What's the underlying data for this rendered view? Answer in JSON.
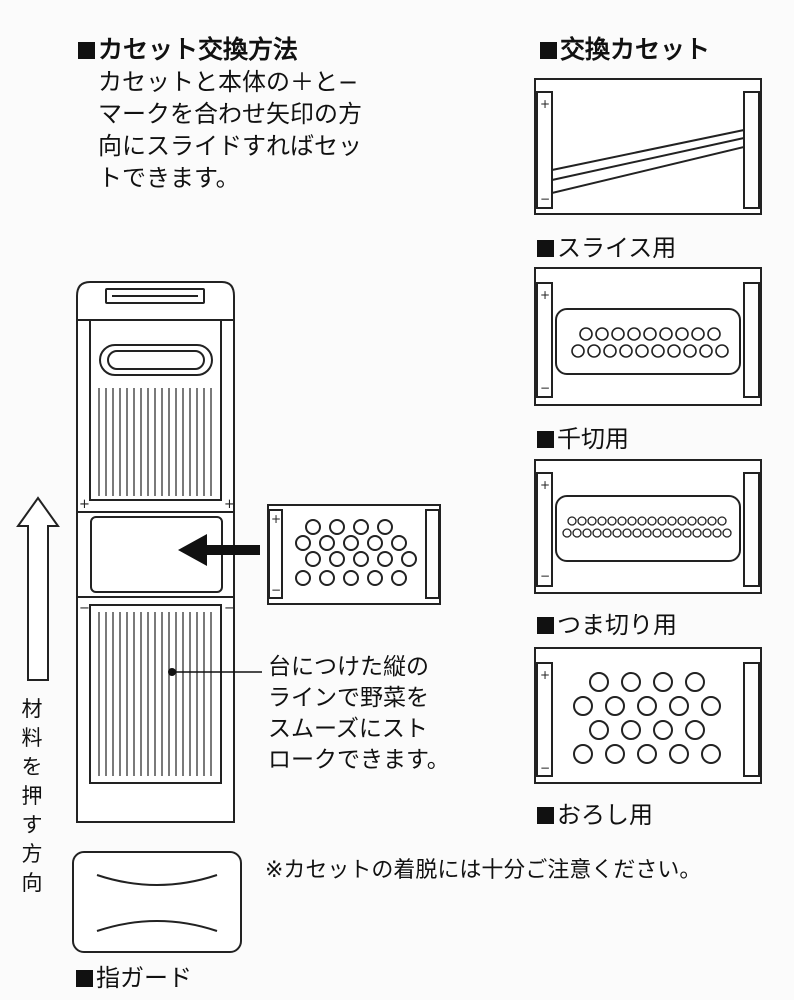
{
  "method": {
    "heading": "カセット交換方法",
    "lines": [
      "カセットと本体の＋と−",
      "マークを合わせ矢印の方",
      "向にスライドすればセッ",
      "トできます。"
    ]
  },
  "cassettes": {
    "heading": "交換カセット",
    "items": [
      {
        "label": "スライス用",
        "type": "slice"
      },
      {
        "label": "千切用",
        "type": "julienne"
      },
      {
        "label": "つま切り用",
        "type": "fine-julienne"
      },
      {
        "label": "おろし用",
        "type": "grater"
      }
    ]
  },
  "push_direction": [
    "材",
    "料",
    "を",
    "押",
    "す",
    "方",
    "向"
  ],
  "callout": {
    "lines": [
      "台につけた縦の",
      "ラインで野菜を",
      "スムーズにスト",
      "ロークできます。"
    ]
  },
  "caution": "※カセットの着脱には十分ご注意ください。",
  "finger_guard": {
    "label": "指ガード"
  },
  "marks": {
    "plus": "+",
    "minus": "−"
  }
}
